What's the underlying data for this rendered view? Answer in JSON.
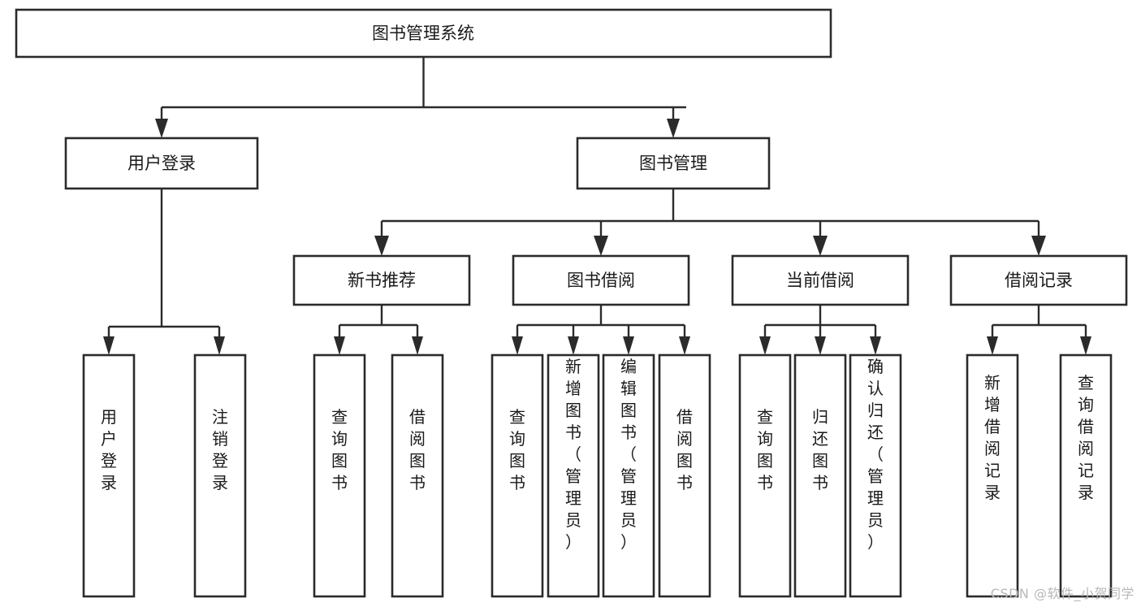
{
  "diagram": {
    "title_box": {
      "label": "图书管理系统"
    },
    "level2": [
      {
        "id": "user-login",
        "label": "用户登录"
      },
      {
        "id": "book-management",
        "label": "图书管理"
      }
    ],
    "level3": [
      {
        "id": "new-book-recommend",
        "label": "新书推荐"
      },
      {
        "id": "book-borrow",
        "label": "图书借阅"
      },
      {
        "id": "current-borrow",
        "label": "当前借阅"
      },
      {
        "id": "borrow-record",
        "label": "借阅记录"
      }
    ],
    "leaves": {
      "user-login": [
        {
          "id": "leaf-user-login",
          "label": "用户登录"
        },
        {
          "id": "leaf-user-logout",
          "label": "注销登录"
        }
      ],
      "new-book-recommend": [
        {
          "id": "leaf-query-book-1",
          "label": "查询图书"
        },
        {
          "id": "leaf-borrow-book-1",
          "label": "借阅图书"
        }
      ],
      "book-borrow": [
        {
          "id": "leaf-query-book-2",
          "label": "查询图书"
        },
        {
          "id": "leaf-add-book",
          "label": "新增图书（管理员）"
        },
        {
          "id": "leaf-edit-book",
          "label": "编辑图书（管理员）"
        },
        {
          "id": "leaf-borrow-book-2",
          "label": "借阅图书"
        }
      ],
      "current-borrow": [
        {
          "id": "leaf-query-book-3",
          "label": "查询图书"
        },
        {
          "id": "leaf-return-book",
          "label": "归还图书"
        },
        {
          "id": "leaf-confirm-return",
          "label": "确认归还（管理员）"
        }
      ],
      "borrow-record": [
        {
          "id": "leaf-add-record",
          "label": "新增借阅记录"
        },
        {
          "id": "leaf-query-record",
          "label": "查询借阅记录"
        }
      ]
    }
  },
  "watermark": {
    "text": "CSDN @软件_小贺同学"
  },
  "colors": {
    "stroke": "#2b2b2b",
    "fill": "#ffffff",
    "text": "#1a1a1a",
    "watermark": "#b8b8b8",
    "background": "#ffffff"
  }
}
